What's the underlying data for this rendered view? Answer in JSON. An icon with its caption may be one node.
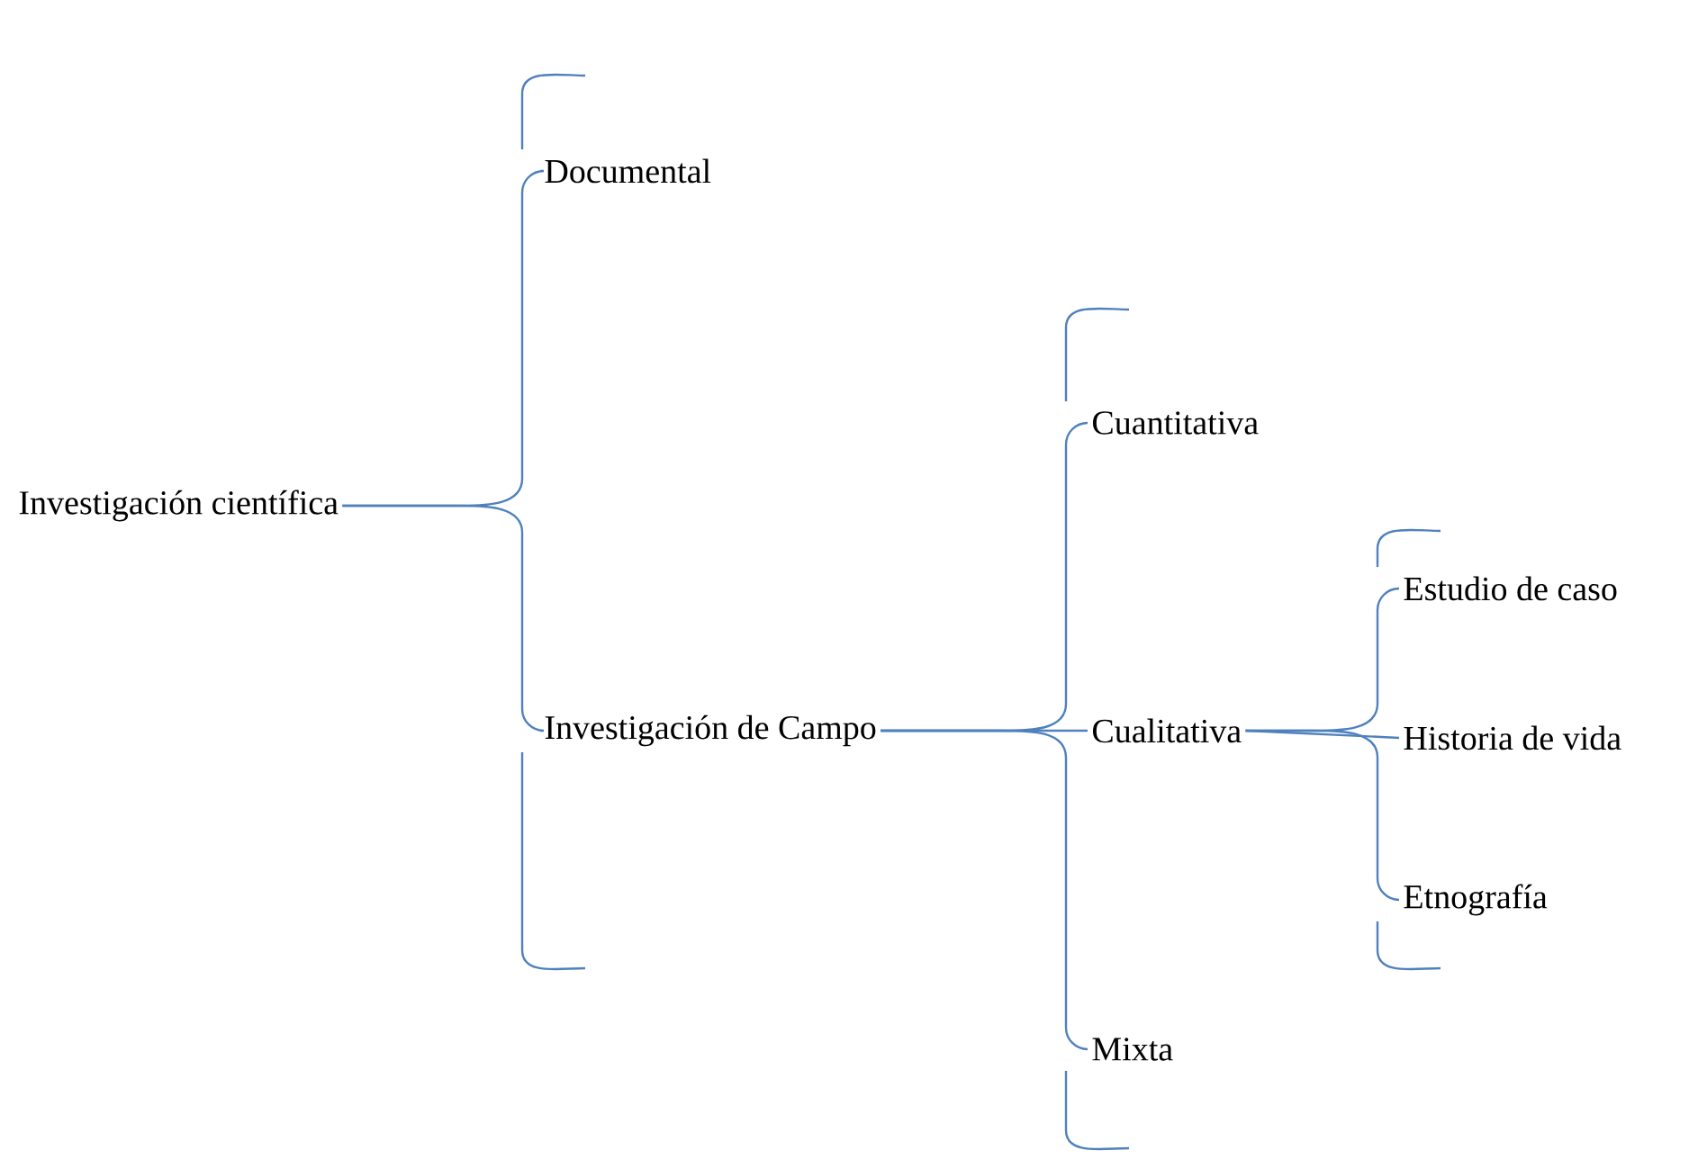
{
  "diagram": {
    "nodes": [
      {
        "text": [
          "Investigación científica"
        ]
      },
      {
        "text": [
          "Documental"
        ]
      },
      {
        "text": [
          "Investigación de Campo"
        ]
      },
      {
        "text": [
          "Cuantitativa"
        ]
      },
      {
        "text": [
          "Cualitativa"
        ]
      },
      {
        "text": [
          "Mixta"
        ]
      },
      {
        "text": [
          "Estudio de caso"
        ]
      },
      {
        "text": [
          "Historia de vida"
        ]
      },
      {
        "text": [
          "Etnografía"
        ]
      }
    ],
    "edges": [
      {
        "from": 0,
        "to": 1,
        "arrow": "none"
      },
      {
        "from": 0,
        "to": 2,
        "arrow": "none"
      },
      {
        "from": 2,
        "to": 3,
        "arrow": "none"
      },
      {
        "from": 2,
        "to": 4,
        "arrow": "none"
      },
      {
        "from": 2,
        "to": 5,
        "arrow": "none"
      },
      {
        "from": 4,
        "to": 6,
        "arrow": "none"
      },
      {
        "from": 4,
        "to": 7,
        "arrow": "none"
      },
      {
        "from": 4,
        "to": 8,
        "arrow": "none"
      }
    ]
  }
}
